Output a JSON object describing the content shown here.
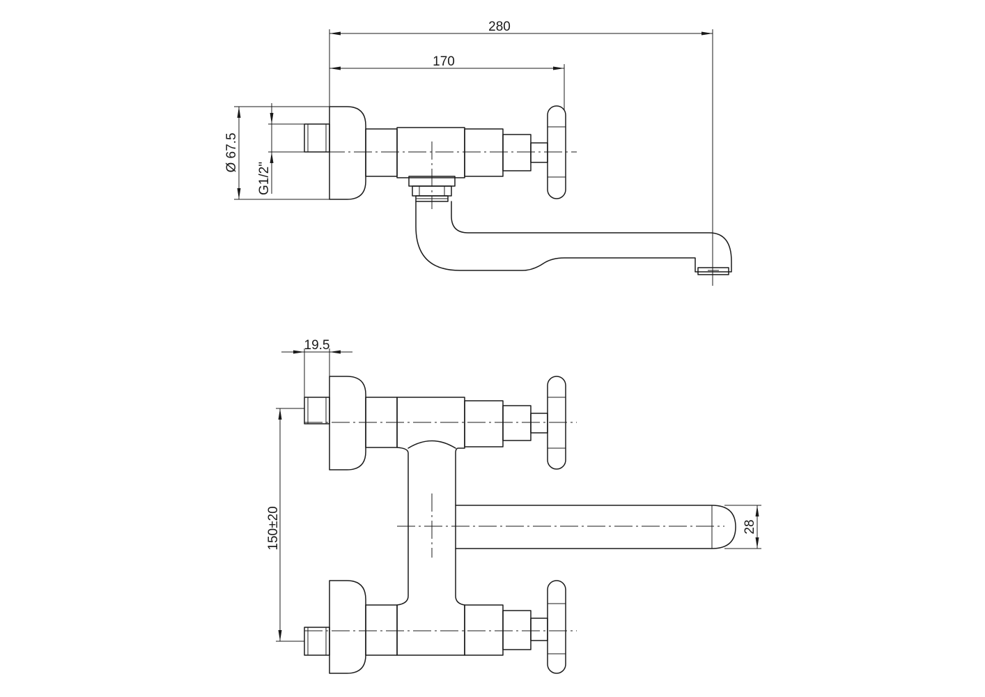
{
  "dimensions": {
    "top_view": {
      "overall_length": "280",
      "inlet_to_spindle": "170",
      "rosette_diameter": "Ø 67.5",
      "thread": "G1/2\""
    },
    "bottom_view": {
      "inlet_offset": "19.5",
      "inlet_spacing": "150±20",
      "spout_diameter": "28"
    }
  }
}
